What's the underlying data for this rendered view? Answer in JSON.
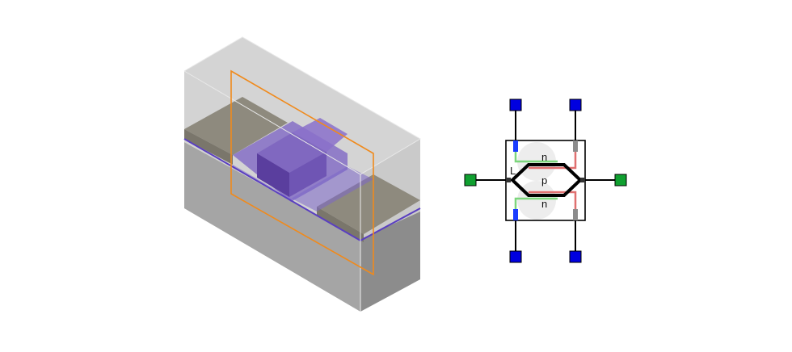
{
  "device_3d": {
    "substrate_color": "#9a9a9a",
    "oxide_color": "#c8c8c8",
    "contact_color": "#8a8578",
    "gate_color": "#6a4fb0",
    "layer_line_color": "#5a3fc0",
    "cut_plane_color": "#f08a1c"
  },
  "schematic": {
    "label_top_region": "n",
    "label_middle_region": "p",
    "label_bottom_region": "n",
    "label_left": "L",
    "port_color_blue": "#0000e0",
    "port_color_green": "#10a030",
    "wire_green": "#7cd67c",
    "wire_red": "#e07070",
    "stub_blue": "#1a3cff",
    "stub_gray": "#8c8c8c"
  }
}
